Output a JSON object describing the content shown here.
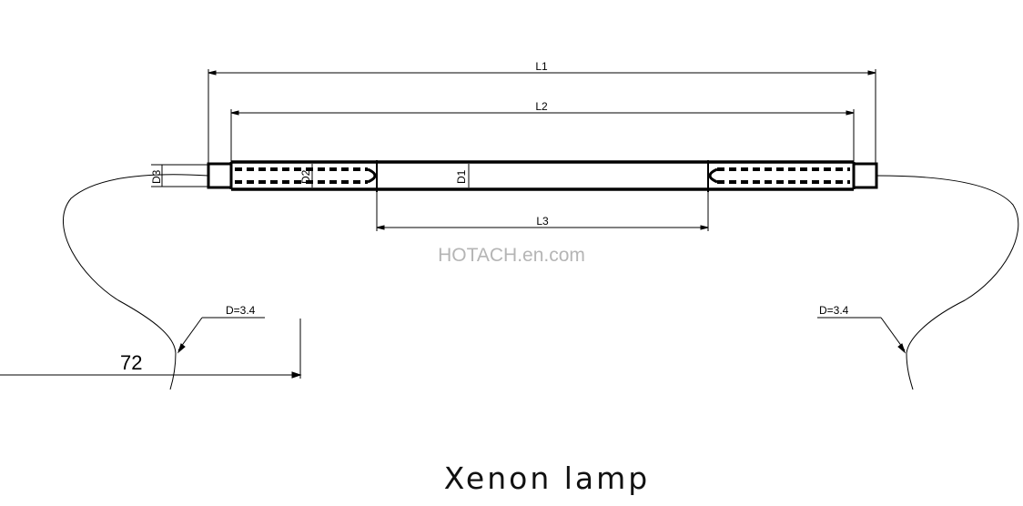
{
  "title": "Xenon lamp",
  "watermark": "HOTACH.en.com",
  "dimensions": {
    "l1": "L1",
    "l2": "L2",
    "l3": "L3",
    "d1": "D1",
    "d2": "D2",
    "d3": "D3",
    "lead_left": "D=3.4",
    "lead_right": "D=3.4",
    "lead_length": "72"
  }
}
